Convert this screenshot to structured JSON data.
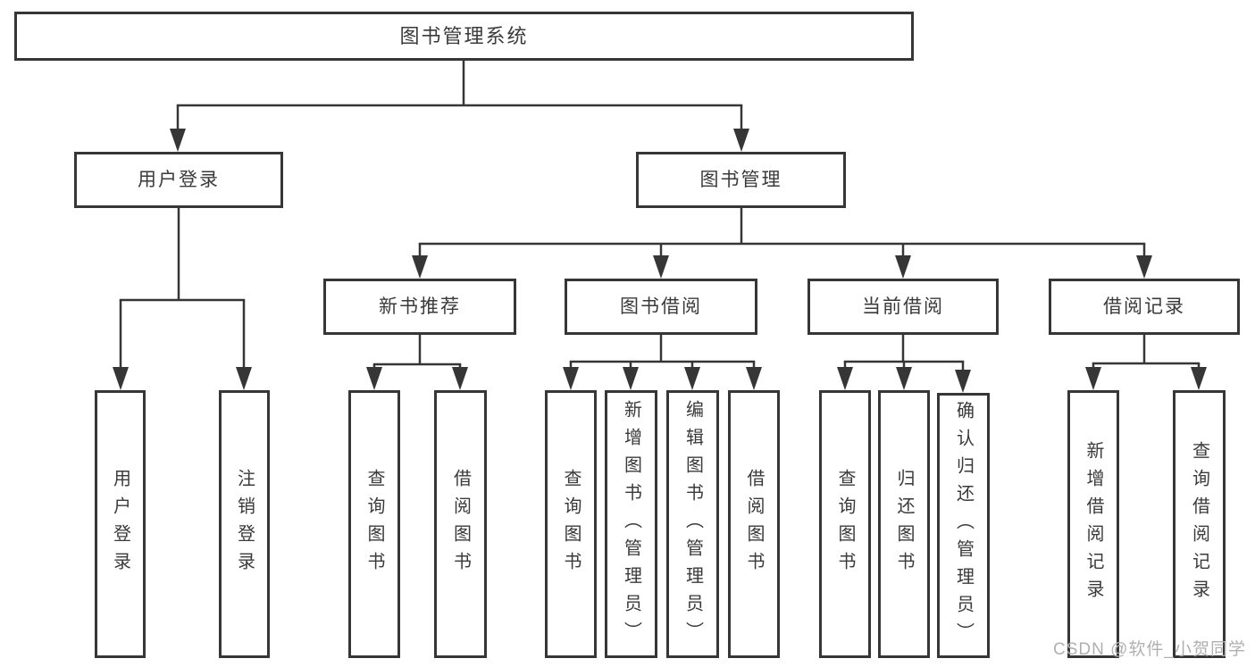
{
  "page": {
    "background": "#ffffff"
  },
  "colors": {
    "line": "#363636",
    "box_border": "#363636",
    "box_fill": "#ffffff",
    "text": "#3a3a3a",
    "watermark": "#b0b0b0"
  },
  "diagram": {
    "type": "hierarchy-flowchart",
    "root": {
      "label": "图书管理系统"
    },
    "branches": [
      {
        "label": "用户登录",
        "children": [
          {
            "label": "用户登录"
          },
          {
            "label": "注销登录"
          }
        ]
      },
      {
        "label": "图书管理",
        "children": [
          {
            "label": "新书推荐",
            "children": [
              {
                "label": "查询图书"
              },
              {
                "label": "借阅图书"
              }
            ]
          },
          {
            "label": "图书借阅",
            "children": [
              {
                "label": "查询图书"
              },
              {
                "label": "新增图书（管理员）"
              },
              {
                "label": "编辑图书（管理员）"
              },
              {
                "label": "借阅图书"
              }
            ]
          },
          {
            "label": "当前借阅",
            "children": [
              {
                "label": "查询图书"
              },
              {
                "label": "归还图书"
              },
              {
                "label": "确认归还（管理员）"
              }
            ]
          },
          {
            "label": "借阅记录",
            "children": [
              {
                "label": "新增借阅记录"
              },
              {
                "label": "查询借阅记录"
              }
            ]
          }
        ]
      }
    ]
  },
  "watermark": {
    "text": "CSDN @软件_小贺同学"
  }
}
